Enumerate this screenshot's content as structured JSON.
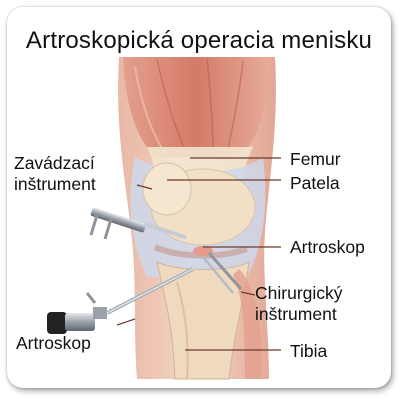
{
  "title": "Artroskopická operacia menisku",
  "labels": {
    "zavadzaci_line1": "Zavádzací",
    "zavadzaci_line2": "inštrument",
    "femur": "Femur",
    "patela": "Patela",
    "artroskop_right": "Artroskop",
    "chirurgicky_line1": "Chirurgický",
    "chirurgicky_line2": "inštrument",
    "artroskop_left": "Artroskop",
    "tibia": "Tibia"
  },
  "colors": {
    "muscle": "#d98572",
    "muscle_light": "#eab4a2",
    "tendon": "#f3ead4",
    "bone": "#f1dfc6",
    "ligament": "#c8d3e8",
    "metal": "#b9bec6",
    "leader_line": "#6d3a2a"
  }
}
